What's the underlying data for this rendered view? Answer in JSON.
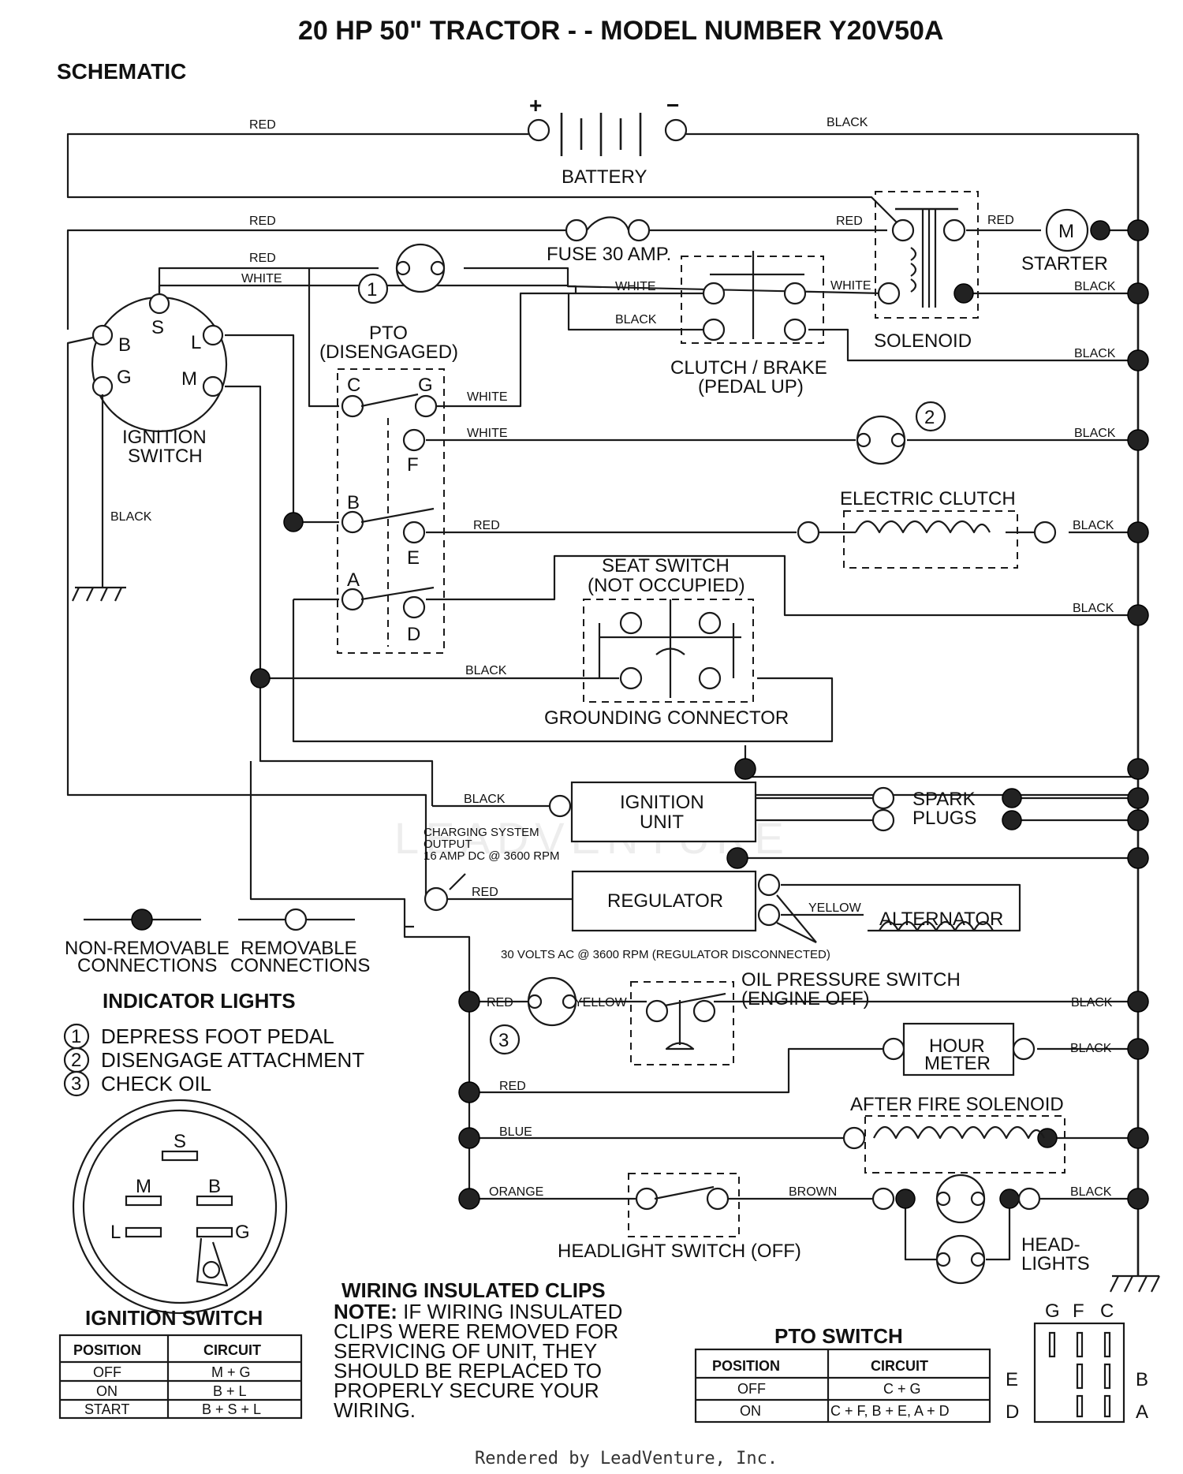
{
  "title": "20 HP 50\" TRACTOR - - MODEL NUMBER Y20V50A",
  "section": "SCHEMATIC",
  "watermark": "LEADVENTURE",
  "footer": "Rendered by LeadVenture, Inc.",
  "battery": {
    "label": "BATTERY",
    "plus": "+",
    "minus": "−"
  },
  "components": {
    "fuse": "FUSE 30 AMP.",
    "starter": "STARTER",
    "starter_symbol": "M",
    "solenoid": "SOLENOID",
    "clutch_brake": [
      "CLUTCH / BRAKE",
      "(PEDAL UP)"
    ],
    "pto": [
      "PTO",
      "(DISENGAGED)"
    ],
    "ignition_switch": [
      "IGNITION",
      "SWITCH"
    ],
    "electric_clutch": "ELECTRIC CLUTCH",
    "seat_switch": [
      "SEAT SWITCH",
      "(NOT OCCUPIED)"
    ],
    "grounding_connector": "GROUNDING CONNECTOR",
    "ignition_unit": [
      "IGNITION",
      "UNIT"
    ],
    "spark_plugs": [
      "SPARK",
      "PLUGS"
    ],
    "charging": [
      "CHARGING SYSTEM",
      "OUTPUT",
      "16 AMP DC @ 3600 RPM"
    ],
    "regulator": "REGULATOR",
    "alternator": "ALTERNATOR",
    "ac_note": "30 VOLTS AC @ 3600 RPM (REGULATOR DISCONNECTED)",
    "oil_pressure": [
      "OIL PRESSURE SWITCH",
      "(ENGINE OFF)"
    ],
    "hour_meter": [
      "HOUR",
      "METER"
    ],
    "after_fire": "AFTER FIRE SOLENOID",
    "headlight_switch": "HEADLIGHT SWITCH (OFF)",
    "headlights": [
      "HEAD-",
      "LIGHTS"
    ]
  },
  "terminals": {
    "ign": {
      "b": "B",
      "s": "S",
      "l": "L",
      "g": "G",
      "m": "M"
    },
    "pto": {
      "c": "C",
      "g": "G",
      "f": "F",
      "b": "B",
      "e": "E",
      "a": "A",
      "d": "D"
    },
    "indicator_nums": [
      "1",
      "2",
      "3"
    ]
  },
  "wires": {
    "red": "RED",
    "black": "BLACK",
    "white": "WHITE",
    "yellow": "YELLOW",
    "blue": "BLUE",
    "orange": "ORANGE",
    "brown": "BROWN"
  },
  "legend": {
    "non_removable": [
      "NON-REMOVABLE",
      "CONNECTIONS"
    ],
    "removable": [
      "REMOVABLE",
      "CONNECTIONS"
    ]
  },
  "indicator_lights": {
    "heading": "INDICATOR LIGHTS",
    "items": [
      {
        "num": "1",
        "text": "DEPRESS FOOT PEDAL"
      },
      {
        "num": "2",
        "text": "DISENGAGE ATTACHMENT"
      },
      {
        "num": "3",
        "text": "CHECK OIL"
      }
    ]
  },
  "ignition_table": {
    "title": "IGNITION SWITCH",
    "headers": [
      "POSITION",
      "CIRCUIT"
    ],
    "rows": [
      [
        "OFF",
        "M + G"
      ],
      [
        "ON",
        "B + L"
      ],
      [
        "START",
        "B + S + L"
      ]
    ],
    "face_labels": {
      "s": "S",
      "m": "M",
      "b": "B",
      "l": "L",
      "g": "G"
    }
  },
  "clips_note": {
    "heading": "WIRING INSULATED CLIPS",
    "note_label": "NOTE:",
    "lines": [
      " IF WIRING INSULATED",
      "CLIPS WERE REMOVED FOR",
      "SERVICING OF UNIT, THEY",
      "SHOULD BE REPLACED TO",
      "PROPERLY SECURE YOUR",
      "WIRING."
    ]
  },
  "pto_table": {
    "title": "PTO SWITCH",
    "headers": [
      "POSITION",
      "CIRCUIT"
    ],
    "rows": [
      [
        "OFF",
        "C + G"
      ],
      [
        "ON",
        "C + F, B + E, A + D"
      ]
    ],
    "face_top": [
      "G",
      "F",
      "C"
    ],
    "face_left": [
      "E",
      "D"
    ],
    "face_right": [
      "B",
      "A"
    ]
  }
}
